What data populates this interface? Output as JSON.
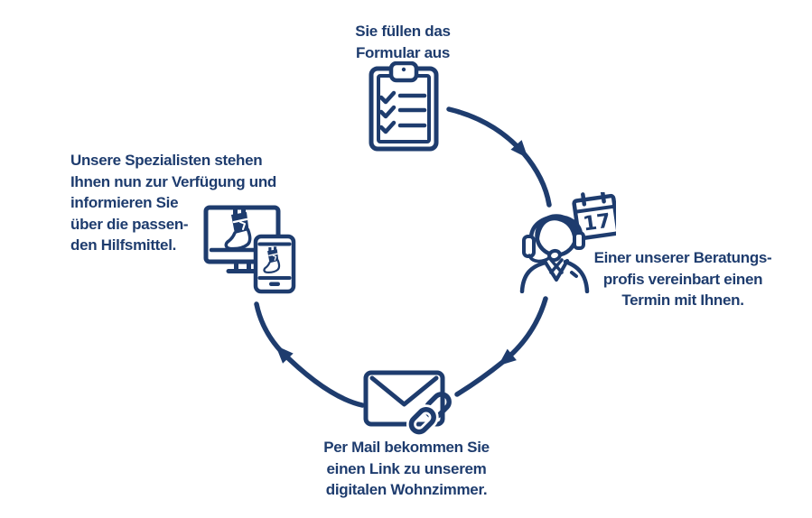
{
  "colors": {
    "navy": "#1e3c6e",
    "background": "#ffffff"
  },
  "diagram": {
    "type": "circular-process",
    "direction": "clockwise",
    "arrow_count": 3,
    "steps": {
      "top": {
        "order": 1,
        "icon": "clipboard-checklist-icon",
        "lines": [
          "Sie füllen das",
          "Formular aus"
        ]
      },
      "right": {
        "order": 2,
        "icon": "support-agent-with-calendar-icon",
        "calendar_day": "17",
        "lines": [
          "Einer unserer Beratungs-",
          "profis vereinbart einen",
          "Termin mit Ihnen."
        ]
      },
      "bottom": {
        "order": 3,
        "icon": "email-with-link-icon",
        "lines": [
          "Per Mail bekommen Sie",
          "einen Link zu unserem",
          "digitalen Wohnzimmer."
        ]
      },
      "left": {
        "order": 4,
        "icon": "monitor-and-phone-with-ankle-brace-icon",
        "lines": [
          "Unsere Spezialisten stehen",
          "Ihnen nun zur Verfügung und",
          "informieren Sie",
          "über die passen-",
          "den Hilfsmittel."
        ]
      }
    }
  }
}
